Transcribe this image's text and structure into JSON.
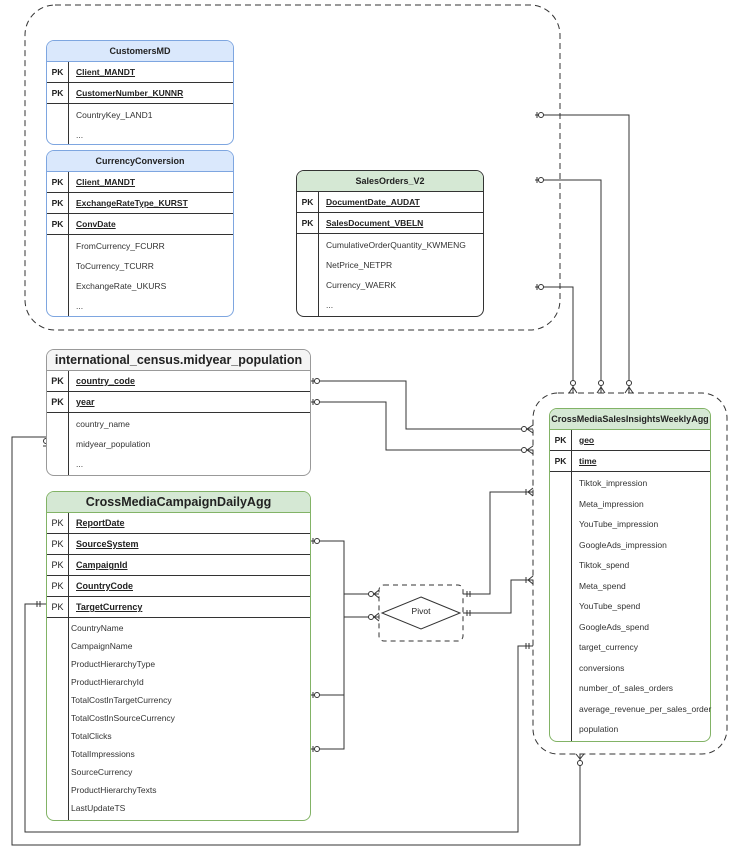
{
  "tables": [
    {
      "title": "CustomersMD",
      "pk": [
        "Client_MANDT",
        "CustomerNumber_KUNNR"
      ],
      "fields": [
        "CountryKey_LAND1",
        "..."
      ]
    },
    {
      "title": "CurrencyConversion",
      "pk": [
        "Client_MANDT",
        "ExchangeRateType_KURST",
        "ConvDate"
      ],
      "fields": [
        "FromCurrency_FCURR",
        "ToCurrency_TCURR",
        "ExchangeRate_UKURS",
        "..."
      ]
    },
    {
      "title": "SalesOrders_V2",
      "pk": [
        "DocumentDate_AUDAT",
        "SalesDocument_VBELN"
      ],
      "fields": [
        "CumulativeOrderQuantity_KWMENG",
        "NetPrice_NETPR",
        "Currency_WAERK",
        "..."
      ]
    },
    {
      "title": "international_census.midyear_population",
      "pk": [
        "country_code",
        "year"
      ],
      "fields": [
        "country_name",
        "midyear_population",
        "..."
      ]
    },
    {
      "title": "CrossMediaCampaignDailyAgg",
      "pk": [
        "ReportDate",
        "SourceSystem",
        "CampaignId",
        "CountryCode",
        "TargetCurrency"
      ],
      "fields": [
        "CountryName",
        "CampaignName",
        "ProductHierarchyType",
        "ProductHierarchyId",
        "TotalCostInTargetCurrency",
        "TotalCostInSourceCurrency",
        "TotalClicks",
        "TotalImpressions",
        "SourceCurrency",
        "ProductHierarchyTexts",
        "LastUpdateTS"
      ]
    },
    {
      "title": "CrossMediaSalesInsightsWeeklyAgg",
      "pk": [
        "geo",
        "time"
      ],
      "fields": [
        "Tiktok_impression",
        "Meta_impression",
        "YouTube_impression",
        "GoogleAds_impression",
        "Tiktok_spend",
        "Meta_spend",
        "YouTube_spend",
        "GoogleAds_spend",
        "target_currency",
        "conversions",
        "number_of_sales_orders",
        "average_revenue_per_sales_order",
        "population"
      ]
    }
  ],
  "pk_label": "PK",
  "pivot": {
    "label": "Pivot"
  },
  "colors": {
    "blue_header": "#dae8fc",
    "green_header": "#d5e8d4",
    "gray_header": "#f5f5f5"
  }
}
